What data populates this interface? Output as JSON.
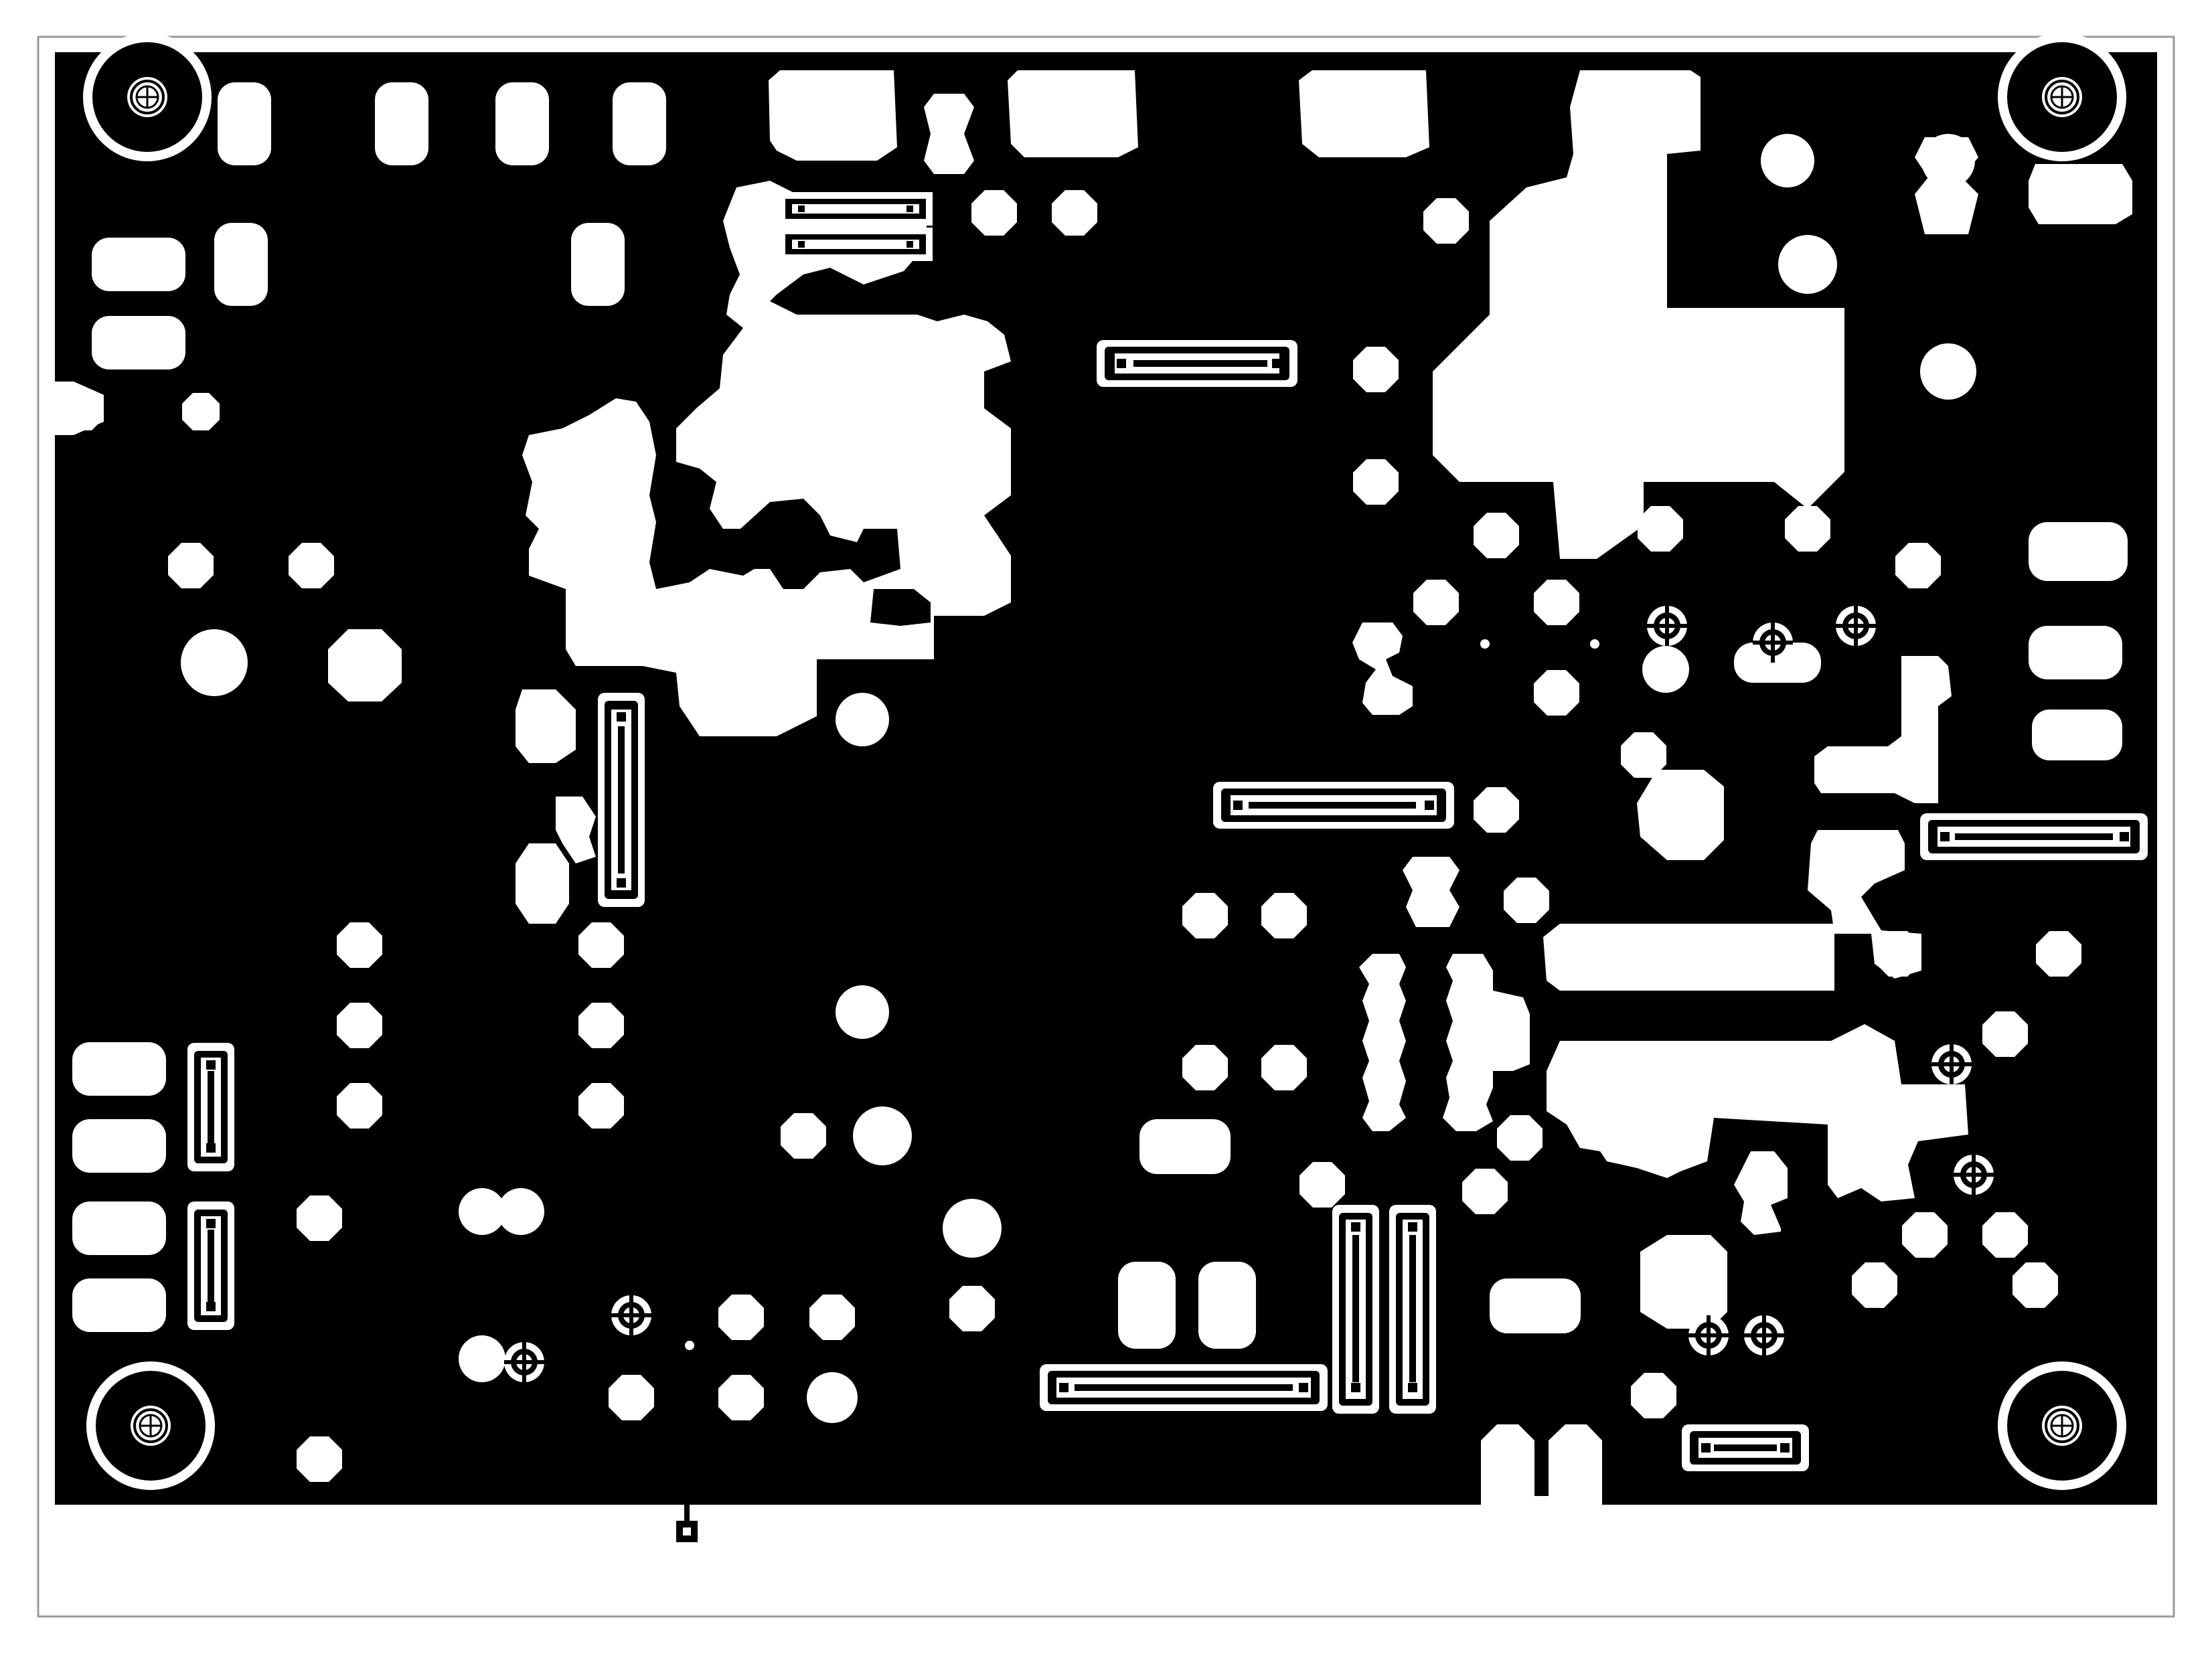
{
  "diagram": {
    "type": "pcb-copper-layer",
    "palette": {
      "background": "#ffffff",
      "copper": "#000000",
      "board_outline": "#9a9a9a",
      "clearance": "#ffffff"
    },
    "mounting_holes": 4,
    "small_jumper_traces": 14
  }
}
